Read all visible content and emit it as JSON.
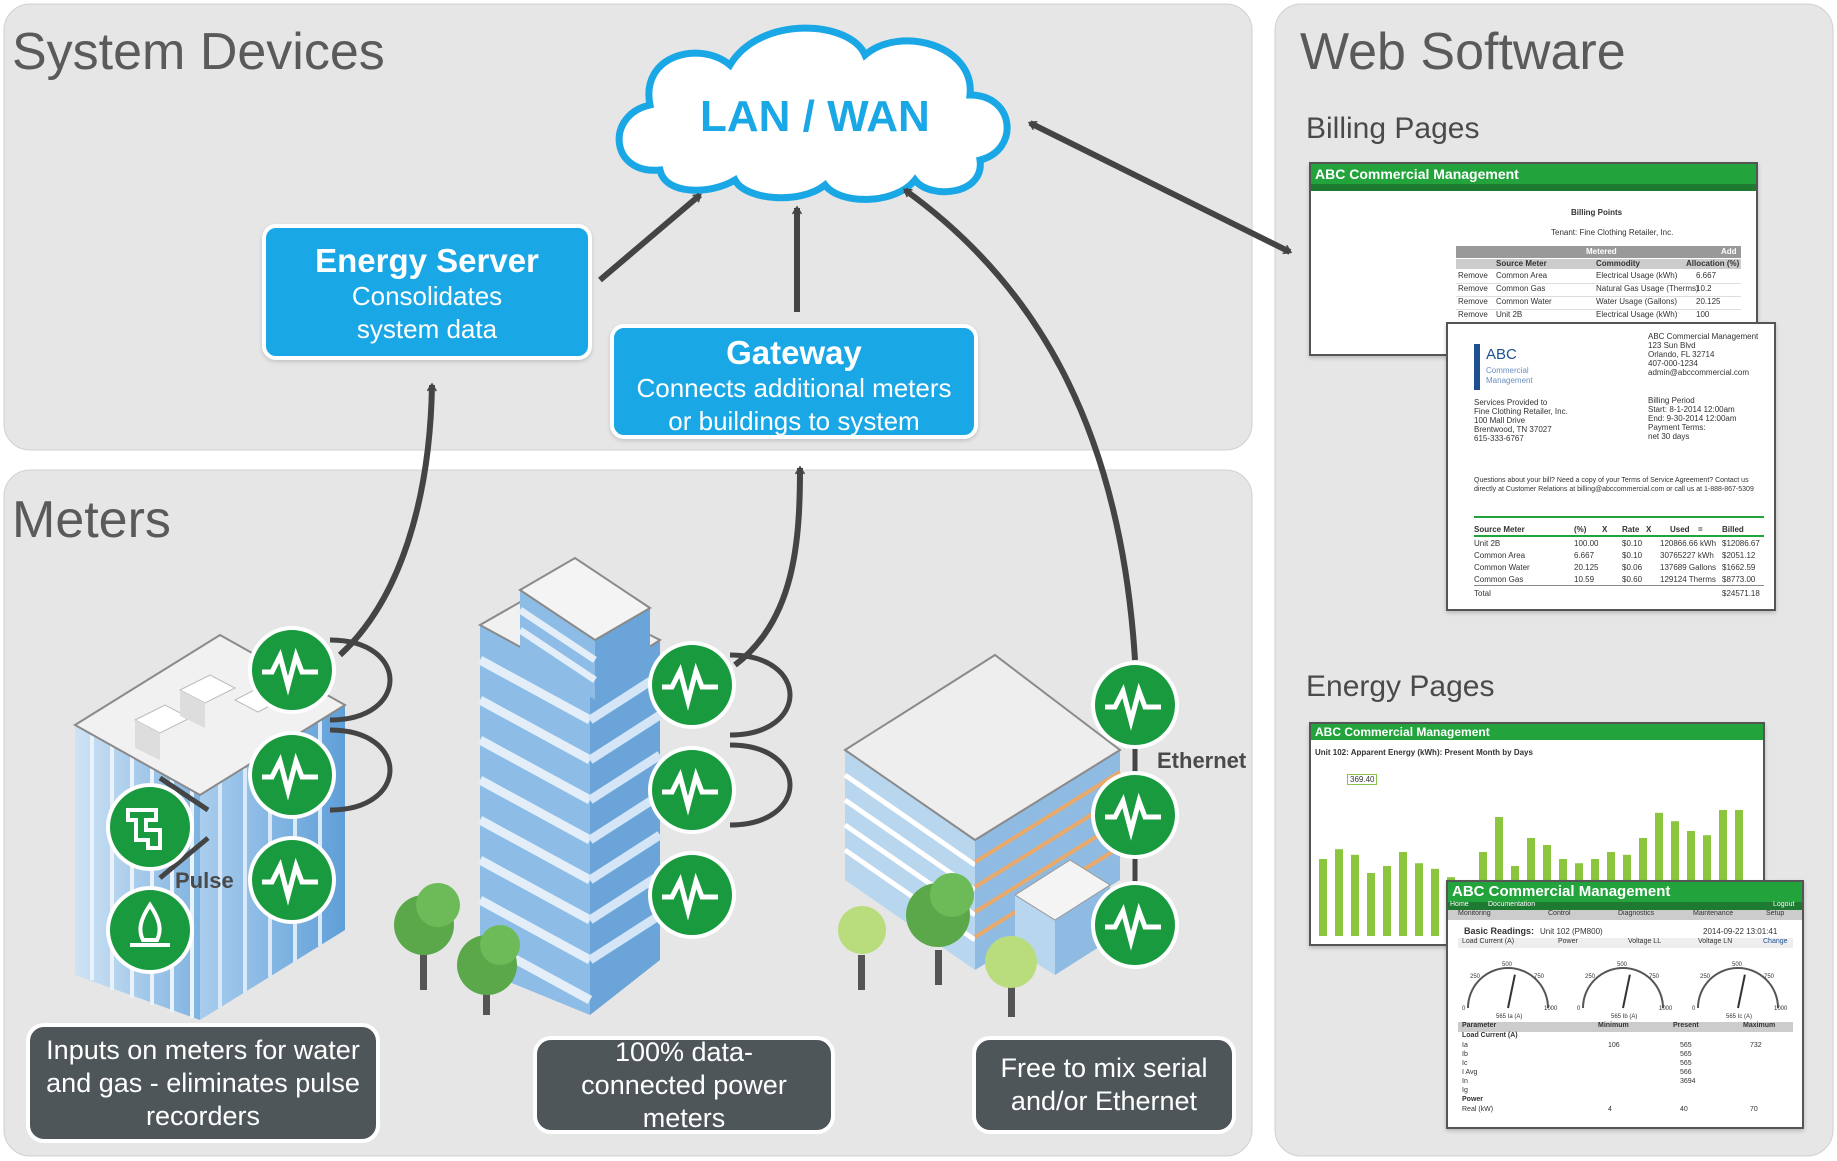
{
  "panels": {
    "system_devices": "System Devices",
    "meters": "Meters",
    "web_software": "Web Software"
  },
  "cloud": {
    "label": "LAN / WAN"
  },
  "energy_server": {
    "title": "Energy Server",
    "line1": "Consolidates",
    "line2": "system data"
  },
  "gateway": {
    "title": "Gateway",
    "line1": "Connects additional meters",
    "line2": "or buildings to system"
  },
  "labels": {
    "pulse": "Pulse",
    "ethernet": "Ethernet"
  },
  "captions": {
    "inputs": "Inputs on meters for water and gas - eliminates pulse recorders",
    "data_connected": "100% data-connected power meters",
    "mix": "Free to mix serial and/or Ethernet"
  },
  "web": {
    "billing_title": "Billing Pages",
    "energy_title": "Energy Pages",
    "billing_screen": {
      "header": "ABC Commercial Management",
      "page_title": "Billing Points",
      "tenant": "Tenant: Fine Clothing Retailer, Inc.",
      "section": "Metered",
      "add": "Add",
      "columns": [
        "Source Meter",
        "Commodity",
        "Allocation (%)"
      ],
      "rows": [
        [
          "Remove",
          "Common Area",
          "Electrical Usage (kWh)",
          "6.667"
        ],
        [
          "Remove",
          "Common Gas",
          "Natural Gas Usage (Therms)",
          "10.2"
        ],
        [
          "Remove",
          "Common Water",
          "Water Usage (Gallons)",
          "20.125"
        ],
        [
          "Remove",
          "Unit 2B",
          "Electrical Usage (kWh)",
          "100"
        ]
      ]
    },
    "invoice": {
      "logo": "ABC",
      "logo_sub1": "Commercial",
      "logo_sub2": "Management",
      "company": [
        "ABC Commercial Management",
        "123 Sun Blvd",
        "Orlando, FL 32714",
        "407-000-1234",
        "admin@abccommercial.com"
      ],
      "services_title": "Services Provided to",
      "services": [
        "Fine Clothing Retailer, Inc.",
        "100 Mall Drive",
        "Brentwood, TN 37027",
        "615-333-6767"
      ],
      "period_title": "Billing Period",
      "period": [
        "Start: 8-1-2014 12:00am",
        "End: 9-30-2014 12:00am",
        "Payment Terms:",
        "net 30 days"
      ],
      "questions": "Questions about your bill? Need a copy of your Terms of Service Agreement? Contact us directly at Customer Relations at billing@abccommercial.com or call us at 1-888-867-5309",
      "table_head": [
        "Source Meter",
        "(%)",
        "X",
        "Rate",
        "X",
        "Used",
        "=",
        "Billed"
      ],
      "table_rows": [
        [
          "Unit 2B",
          "100.00",
          "$0.10",
          "120866.66 kWh",
          "$12086.67"
        ],
        [
          "Common Area",
          "6.667",
          "$0.10",
          "30765227 kWh",
          "$2051.12"
        ],
        [
          "Common Water",
          "20.125",
          "$0.06",
          "137689 Gallons",
          "$1662.59"
        ],
        [
          "Common Gas",
          "10.59",
          "$0.60",
          "129124 Therms",
          "$8773.00"
        ]
      ],
      "total_label": "Total",
      "total_value": "$24571.18"
    },
    "energy_chart_screen": {
      "header": "ABC Commercial Management",
      "chart_title": "Unit 102: Apparent Energy (kWh): Present Month by Days",
      "tooltip": "369.40"
    },
    "readings_screen": {
      "header": "ABC Commercial Management",
      "nav_left": "Home",
      "nav_doc": "Documentation",
      "logout": "Logout",
      "tabs": [
        "Monitoring",
        "Control",
        "Diagnostics",
        "Maintenance",
        "Setup"
      ],
      "basic_readings": "Basic Readings:",
      "unit": "Unit 102 (PM800)",
      "datetime": "2014-09-22 13:01:41",
      "options": [
        "Load Current (A)",
        "Power",
        "Voltage LL",
        "Voltage LN"
      ],
      "change": "Change",
      "gauges": [
        {
          "value": "565 Ia (A)",
          "min": "0",
          "max": "1000"
        },
        {
          "value": "565 Ib (A)",
          "min": "0",
          "max": "1000"
        },
        {
          "value": "565 Ic (A)",
          "min": "0",
          "max": "1000"
        }
      ],
      "gauge_ticks": [
        "250",
        "500",
        "750"
      ],
      "table_head": [
        "Parameter",
        "Minimum",
        "Present",
        "Maximum"
      ],
      "table_group": "Load Current (A)",
      "table_rows": [
        [
          "Ia",
          "106",
          "565",
          "732"
        ],
        [
          "Ib",
          "",
          "565",
          ""
        ],
        [
          "Ic",
          "",
          "565",
          ""
        ],
        [
          "I Avg",
          "",
          "566",
          ""
        ],
        [
          "In",
          "",
          "3694",
          ""
        ],
        [
          "Ig",
          "",
          "",
          ""
        ]
      ],
      "power_group": "Power",
      "power_row": [
        "Real (kW)",
        "4",
        "40",
        "70"
      ]
    }
  }
}
